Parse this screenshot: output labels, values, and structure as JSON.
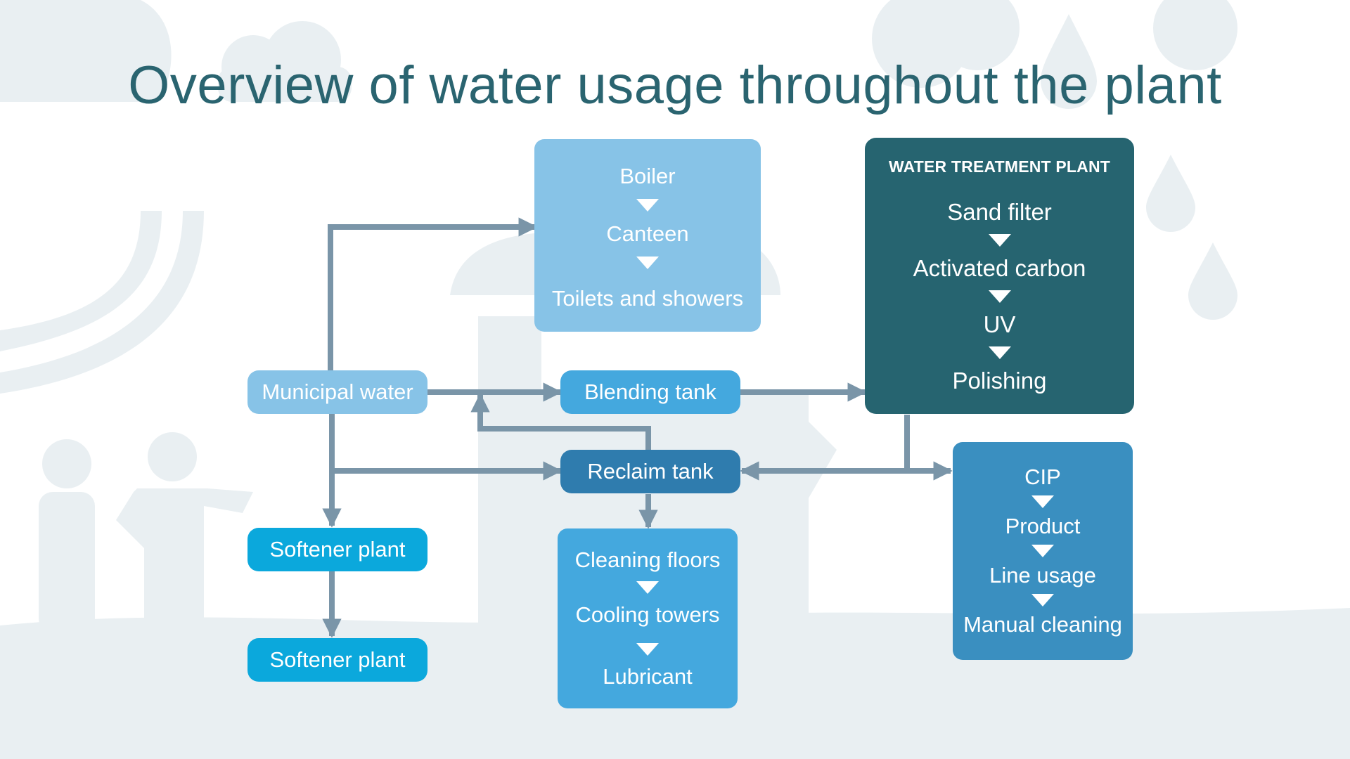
{
  "title": "Overview of water usage throughout the plant",
  "colors": {
    "title": "#2a6470",
    "light_blue": "#87c3e7",
    "medium_blue": "#44a8de",
    "mid_blue": "#3a8fc0",
    "dark_blue": "#2f7cae",
    "bright_blue": "#0ba8dc",
    "dark_teal": "#266470",
    "connector": "#7a95a8",
    "background_art": "#e9eff2"
  },
  "nodes": {
    "municipal_water": "Municipal water",
    "blending_tank": "Blending tank",
    "reclaim_tank": "Reclaim tank",
    "softener_plant_1": "Softener plant",
    "softener_plant_2": "Softener plant",
    "utilities": {
      "items": [
        "Boiler",
        "Canteen",
        "Toilets and showers"
      ]
    },
    "cleaning": {
      "items": [
        "Cleaning floors",
        "Cooling towers",
        "Lubricant"
      ]
    },
    "water_treatment": {
      "header": "WATER TREATMENT PLANT",
      "items": [
        "Sand filter",
        "Activated carbon",
        "UV",
        "Polishing"
      ]
    },
    "cip": {
      "items": [
        "CIP",
        "Product",
        "Line usage",
        "Manual cleaning"
      ]
    }
  }
}
